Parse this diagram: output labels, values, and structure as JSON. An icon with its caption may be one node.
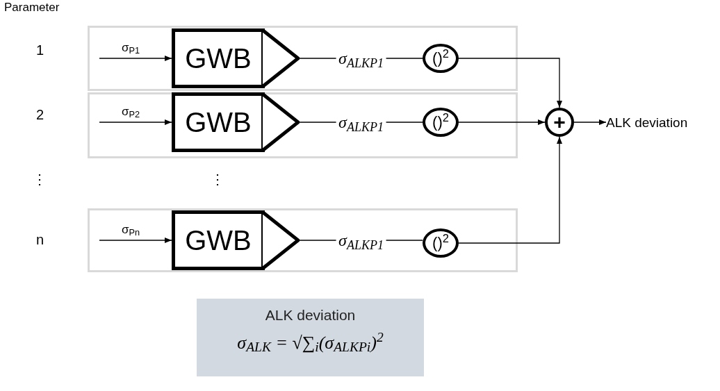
{
  "diagram": {
    "nodes": [
      {
        "text": [],
        "shape": "box"
      },
      {
        "text": [
          "GWB"
        ],
        "in": 0
      },
      {
        "text": [
          "()$^{2}$"
        ],
        "in": 0
      },
      {
        "text": [],
        "shape": "box"
      },
      {
        "text": [
          "GWB"
        ],
        "in": 3
      },
      {
        "text": [
          "()$^{2}$"
        ],
        "in": 3
      },
      {
        "text": [],
        "shape": "box"
      },
      {
        "text": [
          "GWB"
        ],
        "in": 6
      },
      {
        "text": [
          "()$^{2}$"
        ],
        "in": 6
      },
      {
        "text": [
          "+"
        ]
      },
      {
        "text": [
          "ALK deviation"
        ]
      },
      {
        "text": [
          "ALK deviation",
          "σ$_{ALK}$ = √∑$_{i}$(σ$_{ALK}$$_{Pi}$)$^{2}$"
        ]
      }
    ],
    "edges": [
      {
        "from": null,
        "to": 1,
        "arrow": "to",
        "label": "σ$_{P1}$"
      },
      {
        "from": 1,
        "to": 2,
        "arrow": "none",
        "label": "σ$_{ALK}$$_{P1}$"
      },
      {
        "from": 2,
        "to": 9,
        "arrow": "to"
      },
      {
        "from": null,
        "to": 4,
        "arrow": "to",
        "label": "σ$_{P2}$"
      },
      {
        "from": 4,
        "to": 5,
        "arrow": "none",
        "label": "σ$_{ALK}$$_{P1}$"
      },
      {
        "from": 5,
        "to": 9,
        "arrow": "to"
      },
      {
        "from": null,
        "to": 7,
        "arrow": "to",
        "label": "σ$_{Pn}$"
      },
      {
        "from": 7,
        "to": 8,
        "arrow": "none",
        "label": "σ$_{ALK}$$_{P1}$"
      },
      {
        "from": 8,
        "to": 9,
        "arrow": "to"
      },
      {
        "from": 9,
        "to": 10,
        "arrow": "to"
      }
    ],
    "labels": [
      "Parameter",
      "1",
      "2",
      "⋮",
      "⋮",
      "n"
    ]
  }
}
